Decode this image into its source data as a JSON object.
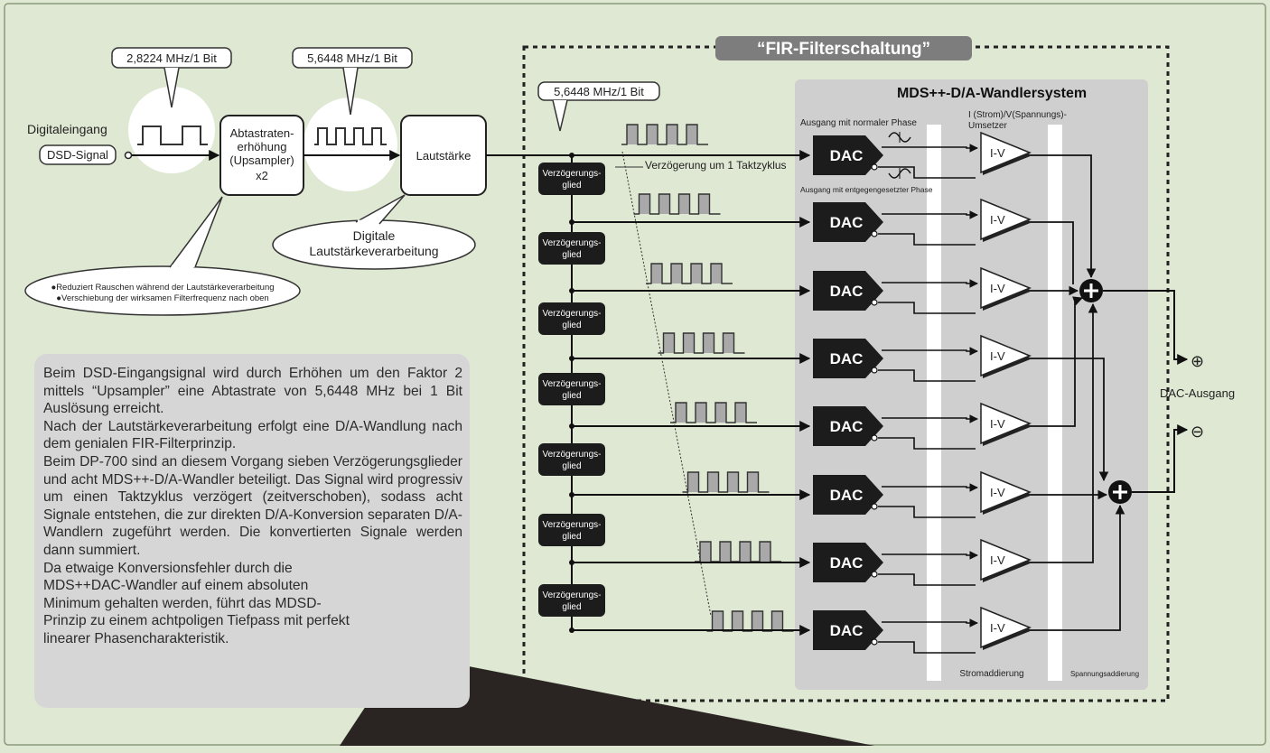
{
  "title": "“FIR-Filterschaltung”",
  "freq_in": "2,8224 MHz/1 Bit",
  "freq_up": "5,6448 MHz/1 Bit",
  "freq_fir": "5,6448 MHz/1 Bit",
  "digital_input": "Digitaleingang",
  "dsd_signal": "DSD-Signal",
  "upsampler": [
    "Abtastraten-",
    "erhöhung",
    "(Upsampler)",
    "x2"
  ],
  "volume": "Lautstärke",
  "volume_callout": [
    "Digitale",
    "Lautstärkeverarbeitung"
  ],
  "upsampler_notes": [
    "●Reduziert Rauschen während der Lautstärkeverarbeitung",
    "●Verschiebung der wirksamen Filterfrequenz nach oben"
  ],
  "delay_note": "Verzögerung um 1 Taktzyklus",
  "delay_label": [
    "Verzögerungs-",
    "glied"
  ],
  "mds_title": "MDS++-D/A-Wandlersystem",
  "normal_phase": "Ausgang mit normaler Phase",
  "inverse_phase": "Ausgang mit entgegengesetzter Phase",
  "iv_header": [
    "I (Strom)/V(Spannungs)-",
    "Umsetzer"
  ],
  "dac_label": "DAC",
  "iv_label": "I-V",
  "current_add": "Stromaddierung",
  "voltage_add": "Spannungsaddierung",
  "dac_output": "DAC-Ausgang",
  "plus_symbol": "⊕",
  "minus_symbol": "⊖",
  "description": [
    "Beim DSD-Eingangsignal wird durch Erhöhen um den Faktor 2 mittels “Upsampler” eine Abtastrate von 5,6448 MHz bei 1 Bit Auslösung erreicht.",
    "Nach der Lautstärkeverarbeitung erfolgt eine D/A-Wandlung nach dem genialen FIR-Filterprinzip.",
    "Beim DP-700 sind an diesem Vorgang sieben Verzögerungsglieder und acht MDS++-D/A-Wandler beteiligt. Das Signal wird progressiv um einen Taktzyklus verzögert (zeitverschoben), sodass acht Signale entstehen, die zur direkten D/A-Konversion separaten D/A-Wandlern zugeführt werden. Die konvertierten Signale werden dann summiert.",
    "Da etwaige Konversionsfehler durch die MDS++DAC-Wandler auf einem absoluten Minimum gehalten werden, führt das MDSD-Prinzip zu einem achtpoligen Tiefpass mit perfekt linearer Phasencharakteristik."
  ],
  "colors": {
    "background": "#dfe8d2",
    "panel": "#d6d6d6",
    "dark_block": "#1c1c1c",
    "title_pill": "#7d7d7d",
    "pulse_fill": "#a9a9a9"
  }
}
